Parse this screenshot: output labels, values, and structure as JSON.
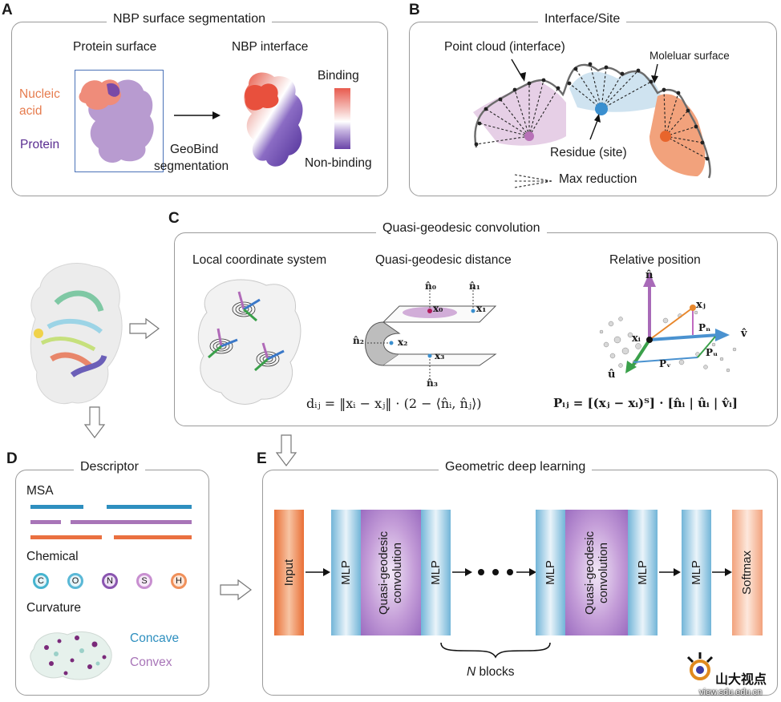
{
  "panel_a": {
    "letter": "A",
    "title": "NBP surface segmentation",
    "protein_surface": "Protein surface",
    "nbp_interface": "NBP interface",
    "nucleic_acid": "Nucleic\nacid",
    "protein": "Protein",
    "geobind_line1": "GeoBind",
    "geobind_line2": "segmentation",
    "binding": "Binding",
    "non_binding": "Non-binding"
  },
  "panel_b": {
    "letter": "B",
    "title": "Interface/Site",
    "point_cloud": "Point cloud (interface)",
    "molecular_surface": "Moleluar surface",
    "residue": "Residue (site)",
    "max_reduction": "Max reduction"
  },
  "panel_c": {
    "letter": "C",
    "title": "Quasi-geodesic convolution",
    "local_coord": "Local coordinate system",
    "qg_distance": "Quasi-geodesic distance",
    "relative_position": "Relative position",
    "labels": {
      "n0": "n̂₀",
      "n1": "n̂₁",
      "n2": "n̂₂",
      "n3": "n̂₃",
      "x0": "x₀",
      "x1": "x₁",
      "x2": "x₂",
      "x3": "x₃",
      "n": "n̂",
      "xj": "xⱼ",
      "xi": "xᵢ",
      "v": "v̂",
      "u": "û",
      "pn": "Pₙ",
      "pu": "Pᵤ",
      "pv": "Pᵥ"
    },
    "dist_formula": "dᵢⱼ = ‖xᵢ − xⱼ‖ · (2 − ⟨n̂ᵢ, n̂ⱼ⟩)",
    "pos_formula": "Pᵢⱼ = [(xⱼ − xᵢ)ᵀ] · [n̂ᵢ | ûᵢ | v̂ᵢ]"
  },
  "panel_d": {
    "letter": "D",
    "title": "Descriptor",
    "msa": "MSA",
    "chemical": "Chemical",
    "atoms": [
      {
        "symbol": "C",
        "color": "#46b4cf"
      },
      {
        "symbol": "O",
        "color": "#5ab8d6"
      },
      {
        "symbol": "N",
        "color": "#8a55b0"
      },
      {
        "symbol": "S",
        "color": "#c88fd0"
      },
      {
        "symbol": "H",
        "color": "#f0905a"
      }
    ],
    "curvature": "Curvature",
    "concave": "Concave",
    "convex": "Convex"
  },
  "panel_e": {
    "letter": "E",
    "title": "Geometric deep learning",
    "input": "Input",
    "mlp": "MLP",
    "qg_conv_line1": "Quasi-geodesic",
    "qg_conv_line2": "convolution",
    "softmax": "Softmax",
    "n_blocks_n": "N",
    "n_blocks": "blocks"
  },
  "watermark": {
    "text": "山大视点",
    "url": "view.sdu.edu.cn"
  },
  "colors": {
    "orange": "#e96f36",
    "blue": "#72b5d8",
    "purple": "#9b6cc0",
    "salmon": "#f2a27c",
    "msa_blue": "#2e8fbf",
    "msa_purple": "#a875b8",
    "msa_orange": "#ea7040"
  }
}
